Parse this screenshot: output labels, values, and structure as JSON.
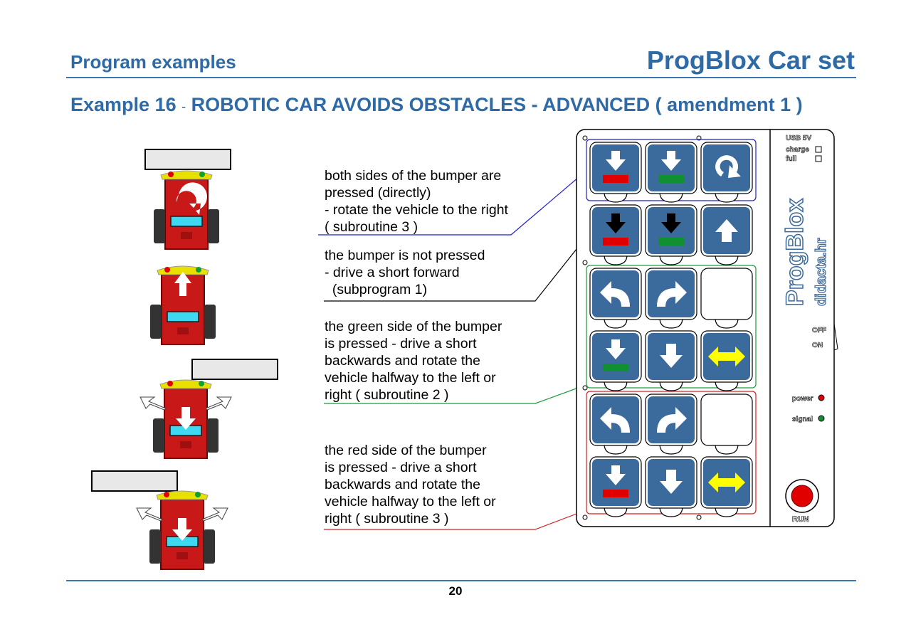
{
  "header": {
    "section": "Program examples",
    "product": "ProgBlox Car set"
  },
  "example": {
    "number": "Example 16",
    "separator": "-",
    "title": "ROBOTIC CAR AVOIDS OBSTACLES - ADVANCED ( amendment 1 )"
  },
  "descriptions": [
    {
      "lines": [
        "both sides of the bumper are",
        "pressed (directly)",
        "- rotate the vehicle to the right",
        "( subroutine 3 )"
      ],
      "line_color": "#1e1ec8"
    },
    {
      "lines": [
        "the bumper is not pressed",
        "- drive a short forward",
        "  (subprogram 1)"
      ],
      "line_color": "#000000"
    },
    {
      "lines": [
        "the green side of the bumper",
        "is pressed - drive a short",
        "backwards and rotate the",
        "vehicle halfway to the left or",
        "right ( subroutine 2 )"
      ],
      "line_color": "#1a9a3a"
    },
    {
      "lines": [
        "the red side of the bumper",
        "is pressed - drive a short",
        "backwards and rotate the",
        "vehicle halfway to the left or",
        "right ( subroutine 3 )"
      ],
      "line_color": "#d42020"
    }
  ],
  "device": {
    "brand": "ProgBlox",
    "website": "didacta.hr",
    "usb_label": "USB 5V",
    "charge_label": "charge",
    "full_label": "full",
    "off_label": "OFF",
    "on_label": "ON",
    "power_label": "power",
    "signal_label": "signal",
    "run_label": "RUN",
    "colors": {
      "block_blue": "#3b6a9c",
      "red": "#e00000",
      "green": "#109030",
      "yellow": "#ffff00"
    }
  },
  "blocks": [
    [
      "down-arrow-red",
      "down-arrow-green",
      "rotate-right"
    ],
    [
      "down-arrow-red-black",
      "down-arrow-green-black",
      "up-arrow"
    ],
    [
      "turn-left",
      "turn-right",
      "empty"
    ],
    [
      "down-arrow-green",
      "down-arrow",
      "double-arrow-yellow"
    ],
    [
      "turn-left",
      "turn-right",
      "empty"
    ],
    [
      "down-arrow-red",
      "down-arrow",
      "double-arrow-yellow"
    ]
  ],
  "page_number": "20"
}
